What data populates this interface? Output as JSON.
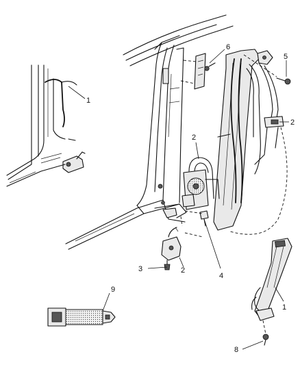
{
  "callouts": {
    "c1_upper": "1",
    "c2_right": "2",
    "c2_retractor": "2",
    "c2_lower": "2",
    "c3": "3",
    "c4": "4",
    "c5": "5",
    "c6": "6",
    "c1_lower": "1",
    "c8": "8",
    "c9": "9"
  }
}
